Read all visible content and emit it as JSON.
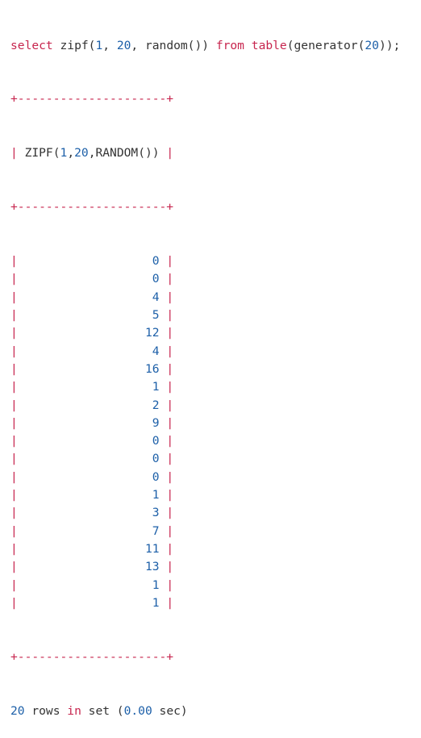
{
  "query": {
    "kw_select": "select",
    "fn_name": " zipf(",
    "arg1": "1",
    "sep1": ", ",
    "arg2": "20",
    "sep2": ", random()) ",
    "kw_from": "from",
    "space": " ",
    "kw_table": "table",
    "gen_open": "(generator(",
    "arg3": "20",
    "gen_close": "));"
  },
  "table": {
    "border_line": "+---------------------+",
    "header_left": "| ",
    "header_pre": "ZIPF(",
    "header_arg1": "1",
    "header_comma": ",",
    "header_arg2": "20",
    "header_post": ",RANDOM())",
    "header_right": " |",
    "rows": [
      "0",
      "0",
      "4",
      "5",
      "12",
      "4",
      "16",
      "1",
      "2",
      "9",
      "0",
      "0",
      "0",
      "1",
      "3",
      "7",
      "11",
      "13",
      "1",
      "1"
    ]
  },
  "footer": {
    "count": "20",
    "rows_word": " rows ",
    "kw_in": "in",
    "set_word": " set (",
    "time": "0.00",
    "sec_word": " sec)"
  }
}
